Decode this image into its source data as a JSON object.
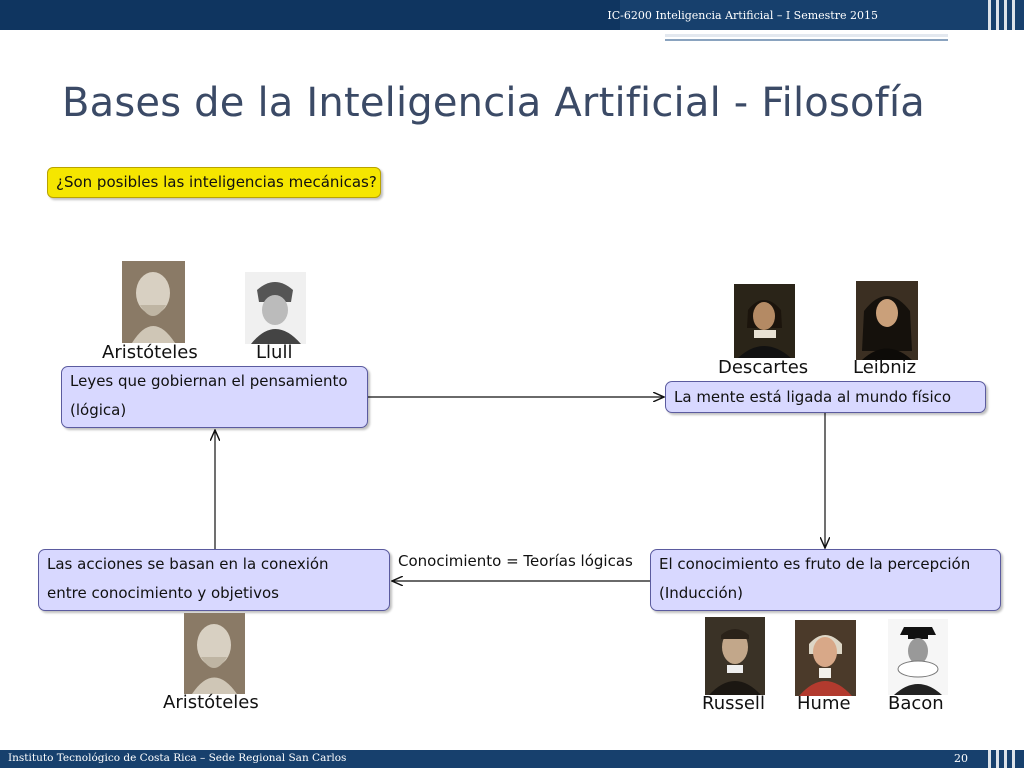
{
  "header": {
    "course": "IC-6200 Inteligencia Artificial – I Semestre 2015"
  },
  "slide": {
    "title": "Bases de la Inteligencia Artificial - Filosofía"
  },
  "question": "¿Son posibles las inteligencias mecánicas?",
  "nodes": {
    "logic": [
      "Leyes que gobiernan el pensamiento",
      "(lógica)"
    ],
    "mind": [
      "La mente está ligada al mundo físico"
    ],
    "perception": [
      "El conocimiento es fruto de la percepción",
      "(Inducción)"
    ],
    "actions": [
      "Las acciones se basan en la conexión",
      "entre conocimiento y objetivos"
    ]
  },
  "edge_label": "Conocimiento = Teorías lógicas",
  "people": {
    "aristoteles_top": "Aristóteles",
    "llull": "Llull",
    "descartes": "Descartes",
    "leibniz": "Leibniz",
    "russell": "Russell",
    "hume": "Hume",
    "bacon": "Bacon",
    "aristoteles_bottom": "Aristóteles"
  },
  "footer": {
    "institution": "Instituto Tecnológico de Costa Rica – Sede Regional San Carlos",
    "page": "20"
  }
}
